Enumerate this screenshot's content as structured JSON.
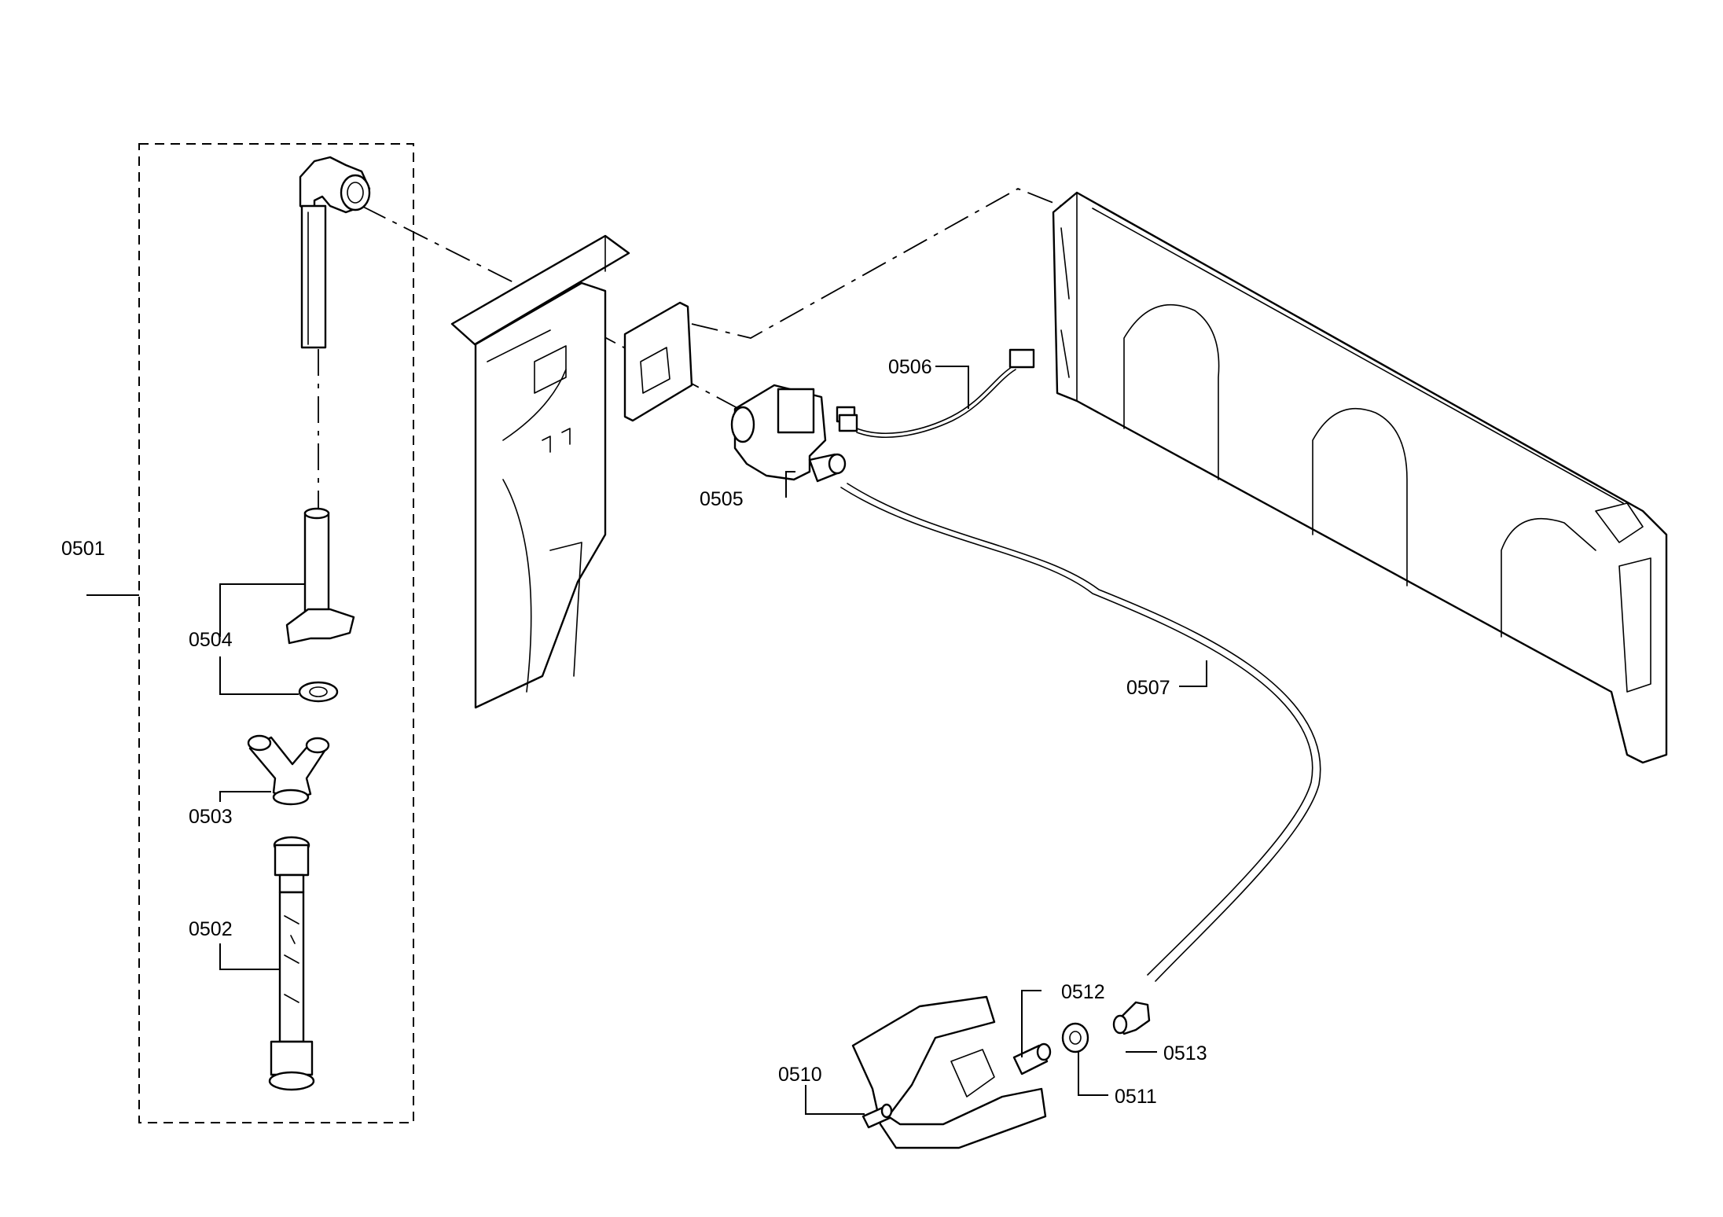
{
  "labels": {
    "p0501": "0501",
    "p0502": "0502",
    "p0503": "0503",
    "p0504": "0504",
    "p0505": "0505",
    "p0506": "0506",
    "p0507": "0507",
    "p0510": "0510",
    "p0511": "0511",
    "p0512": "0512",
    "p0513": "0513"
  }
}
